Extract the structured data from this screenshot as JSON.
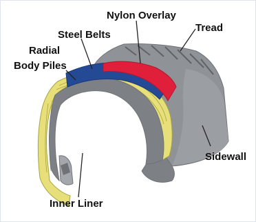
{
  "labels": {
    "nylon_overlay": "Nylon Overlay",
    "tread": "Tread",
    "steel_belts": "Steel Belts",
    "radial_line1": "Radial",
    "radial_line2": "Body Piles",
    "sidewall": "Sidewall",
    "inner_liner": "Inner Liner"
  },
  "colors": {
    "background": "#ffffff",
    "frame_border": "#dfe3ea",
    "rubber": "#8f9398",
    "rubber_dark": "#6f7378",
    "rubber_light": "#a4a8ad",
    "nylon_overlay": "#e0203a",
    "steel_belts": "#244a96",
    "body_plies": "#e7e07a",
    "body_plies_lines": "#a9a23c",
    "inner_liner": "#7d8186"
  }
}
